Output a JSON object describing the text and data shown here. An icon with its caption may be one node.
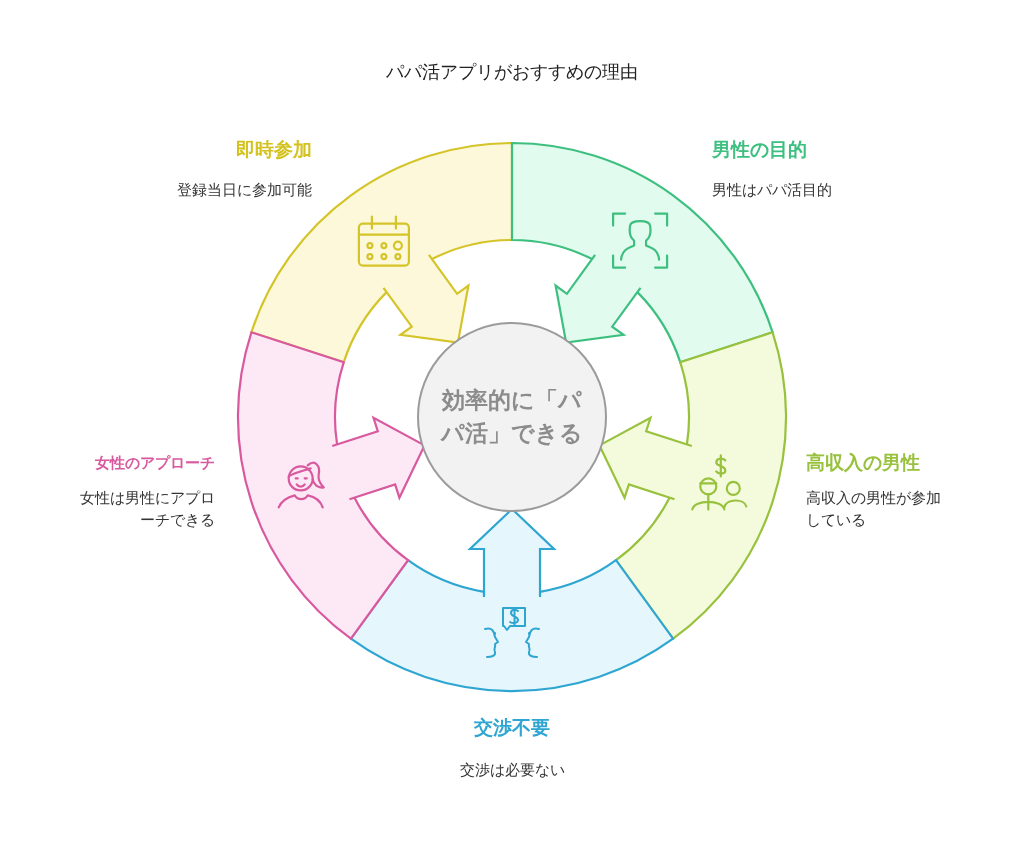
{
  "diagram": {
    "title": "パパ活アプリがおすすめの理由",
    "nodes": [
      {
        "text": [
          "効率的に「パパ活」できる"
        ]
      },
      {
        "text": [
          "即時参加",
          "登録当日に参加可能"
        ]
      },
      {
        "text": [
          "男性の目的",
          "男性はパパ活目的"
        ]
      },
      {
        "text": [
          "高収入の男性",
          "高収入の男性が参加している"
        ]
      },
      {
        "text": [
          "交渉不要",
          "交渉は必要ない"
        ]
      },
      {
        "text": [
          "女性のアプローチ",
          "女性は男性にアプローチできる"
        ]
      }
    ],
    "edges": [
      {
        "from": 1,
        "to": 0,
        "arrow": "to",
        "color": "#d4c429"
      },
      {
        "from": 2,
        "to": 0,
        "arrow": "to",
        "color": "#3cbf7f"
      },
      {
        "from": 3,
        "to": 0,
        "arrow": "to",
        "color": "#98c13d"
      },
      {
        "from": 4,
        "to": 0,
        "arrow": "to",
        "color": "#2fa6d2"
      },
      {
        "from": 5,
        "to": 0,
        "arrow": "to",
        "color": "#d9599f"
      }
    ]
  }
}
